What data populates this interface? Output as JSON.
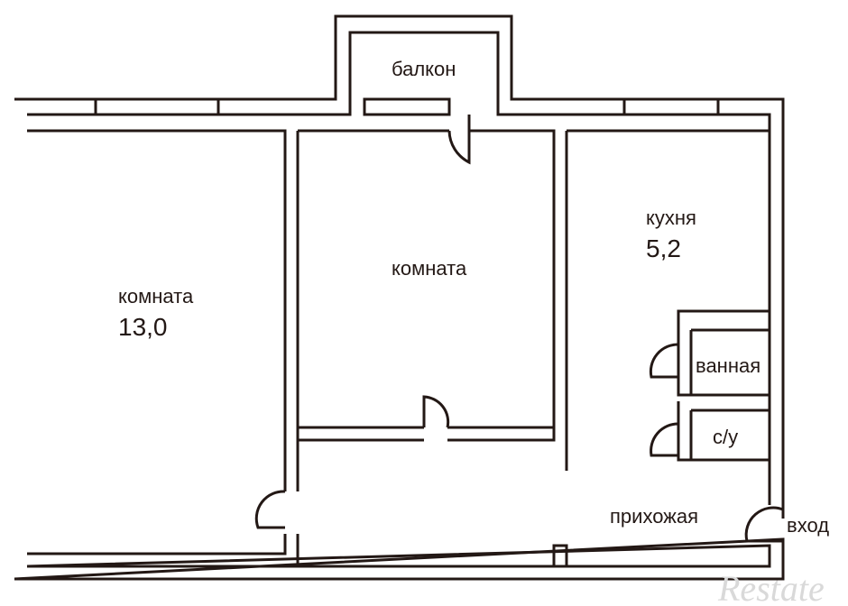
{
  "rooms": {
    "room_left": {
      "label": "комната",
      "area": "13,0"
    },
    "room_middle": {
      "label": "комната"
    },
    "kitchen": {
      "label": "кухня",
      "area": "5,2"
    },
    "balcony": {
      "label": "балкон"
    },
    "bathroom": {
      "label": "ванная"
    },
    "toilet": {
      "label": "с/у"
    },
    "hallway": {
      "label": "прихожая"
    }
  },
  "entrance": {
    "label": "вход"
  },
  "watermark": {
    "text": "Restate"
  },
  "colors": {
    "wall": "#231815",
    "background": "#ffffff",
    "watermark": "#d9d9d9"
  }
}
